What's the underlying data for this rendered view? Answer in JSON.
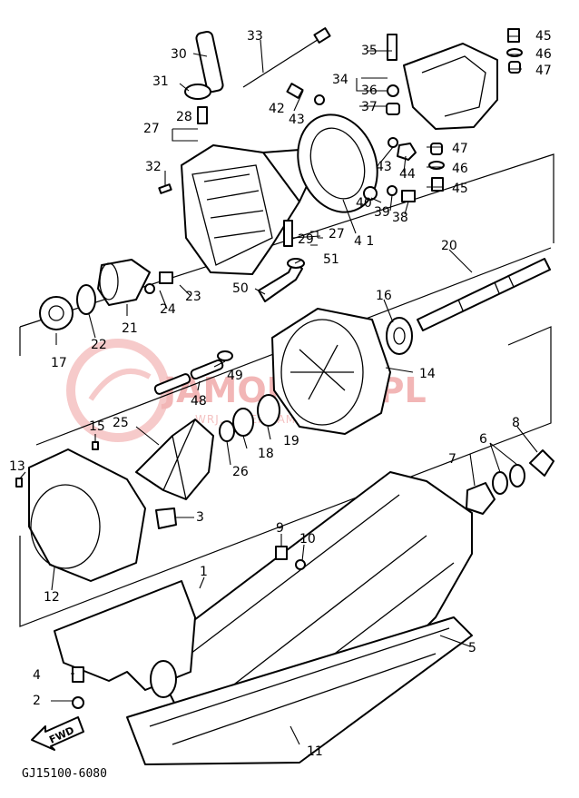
{
  "diagram": {
    "doc_code": "GJ15100-6080",
    "fwd_label": "FWD",
    "watermark": {
      "brand": "JAMOKLER.PL",
      "tagline": "WRJ... ...ER YAMAHA"
    },
    "callouts": {
      "c1": "1",
      "c2": "2",
      "c3": "3",
      "c4": "4",
      "c5": "5",
      "c6": "6",
      "c7": "7",
      "c8": "8",
      "c9": "9",
      "c10": "10",
      "c11": "11",
      "c12": "12",
      "c13": "13",
      "c14": "14",
      "c15": "15",
      "c16": "16",
      "c17": "17",
      "c18": "18",
      "c19": "19",
      "c20": "20",
      "c21": "21",
      "c22": "22",
      "c23": "23",
      "c24": "24",
      "c25": "25",
      "c26": "26",
      "c27a": "27",
      "c27b": "27",
      "c28": "28",
      "c29": "29",
      "c30": "30",
      "c31": "31",
      "c32": "32",
      "c33": "33",
      "c34": "34",
      "c35": "35",
      "c36": "36",
      "c37": "37",
      "c38": "38",
      "c39": "39",
      "c40": "40",
      "c41": "4 1",
      "c42": "42",
      "c43a": "43",
      "c43b": "43",
      "c44": "44",
      "c45a": "45",
      "c45b": "45",
      "c46a": "46",
      "c46b": "46",
      "c47a": "47",
      "c47b": "47",
      "c48": "48",
      "c49": "49",
      "c50": "50",
      "c51": "51"
    }
  }
}
